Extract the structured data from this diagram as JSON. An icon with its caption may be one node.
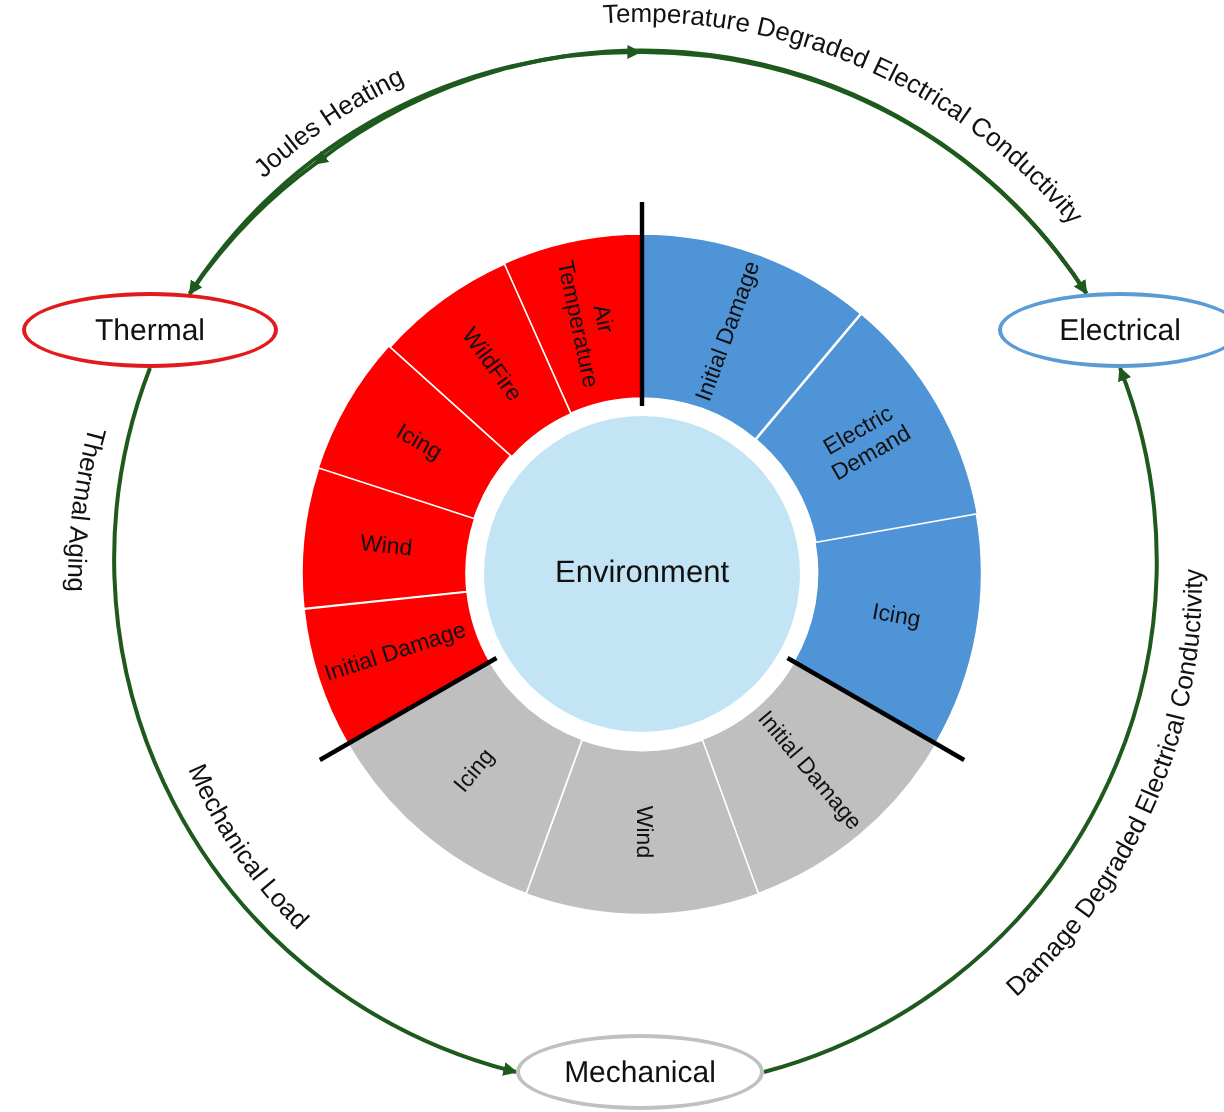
{
  "diagram": {
    "nodes": [
      {
        "text": [
          "Thermal"
        ]
      },
      {
        "text": [
          "Electrical"
        ]
      },
      {
        "text": [
          "Mechanical"
        ]
      },
      {
        "text": [
          "Environment"
        ]
      },
      {
        "text": [
          "Air Temperature"
        ]
      },
      {
        "text": [
          "WildFire"
        ]
      },
      {
        "text": [
          "Icing"
        ]
      },
      {
        "text": [
          "Wind"
        ]
      },
      {
        "text": [
          "Initial Damage"
        ]
      },
      {
        "text": [
          "Initial Damage"
        ]
      },
      {
        "text": [
          "Electric Demand"
        ]
      },
      {
        "text": [
          "Icing"
        ]
      },
      {
        "text": [
          "Initial Damage"
        ]
      },
      {
        "text": [
          "Wind"
        ]
      },
      {
        "text": [
          "Icing"
        ]
      }
    ],
    "edges": [
      {
        "from": 0,
        "to": 1,
        "arrow": "to",
        "label": "Temperature Degraded Electrical Conductivity"
      },
      {
        "from": 1,
        "to": 0,
        "arrow": "to",
        "label": "Joules Heating"
      },
      {
        "from": 0,
        "to": 2,
        "arrow": "to",
        "label": "Thermal Aging"
      },
      {
        "from": 2,
        "to": 1,
        "arrow": "to",
        "label": "Damage Degraded Electrical Conductivity"
      }
    ],
    "labels": [
      "Mechanical Load"
    ]
  }
}
